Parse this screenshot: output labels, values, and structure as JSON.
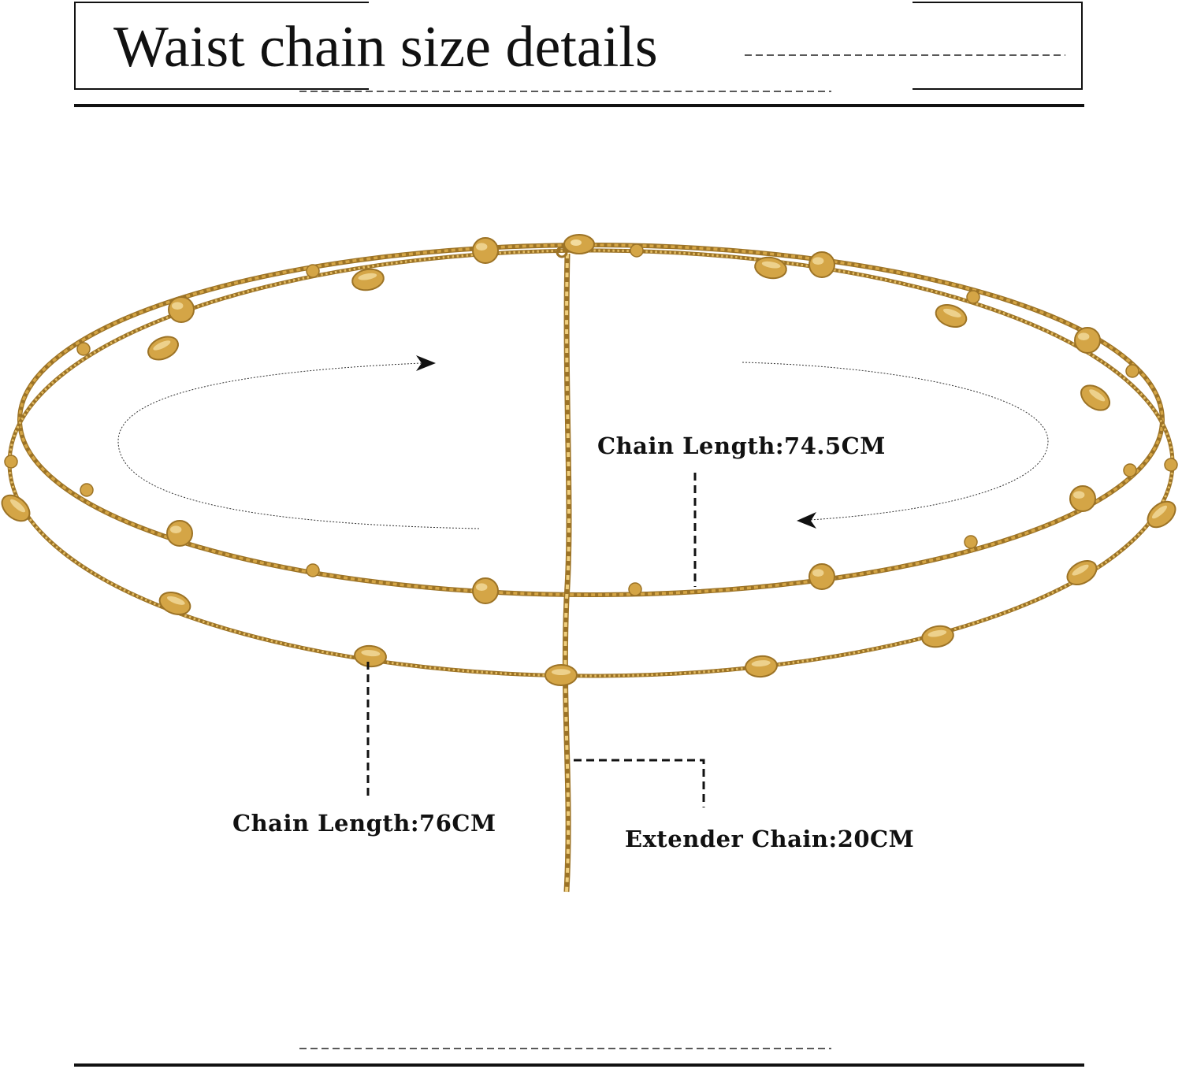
{
  "title": "Waist chain size details",
  "labels": {
    "inner_chain": "Chain Length:74.5CM",
    "outer_chain": "Chain Length:76CM",
    "extender": "Extender Chain:20CM"
  },
  "colors": {
    "gold": "#d4a546",
    "gold_dark": "#9c7326",
    "gold_light": "#f3dc9e",
    "ink": "#111111"
  },
  "icons": {
    "rotation_arrows": "dotted-elliptical-arrows",
    "clasp": "lobster-clasp"
  }
}
